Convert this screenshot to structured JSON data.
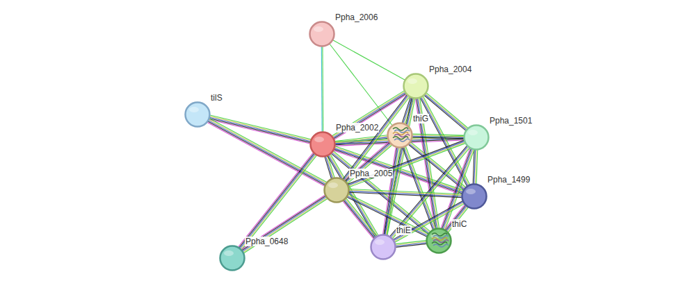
{
  "diagram": {
    "nodes": [
      {
        "text": [
          "Ppha_2006"
        ]
      },
      {
        "text": [
          "Ppha_2004"
        ]
      },
      {
        "text": [
          "tilS"
        ]
      },
      {
        "text": [
          "thiG"
        ]
      },
      {
        "text": [
          "Ppha_1501"
        ]
      },
      {
        "text": [
          "Ppha_2002"
        ]
      },
      {
        "text": [
          "Ppha_2005"
        ]
      },
      {
        "text": [
          "Ppha_1499"
        ]
      },
      {
        "text": [
          "thiC"
        ]
      },
      {
        "text": [
          "thiE"
        ]
      },
      {
        "text": [
          "Ppha_0648"
        ]
      }
    ],
    "edges": [
      {
        "from": 0,
        "to": 1,
        "arrow": "none"
      },
      {
        "from": 0,
        "to": 5,
        "arrow": "none"
      },
      {
        "from": 0,
        "to": 3,
        "arrow": "none"
      },
      {
        "from": 2,
        "to": 5,
        "arrow": "none"
      },
      {
        "from": 2,
        "to": 6,
        "arrow": "none"
      },
      {
        "from": 5,
        "to": 10,
        "arrow": "none"
      },
      {
        "from": 6,
        "to": 10,
        "arrow": "none"
      },
      {
        "from": 5,
        "to": 3,
        "arrow": "none"
      },
      {
        "from": 5,
        "to": 1,
        "arrow": "none"
      },
      {
        "from": 5,
        "to": 4,
        "arrow": "none"
      },
      {
        "from": 5,
        "to": 6,
        "arrow": "none"
      },
      {
        "from": 5,
        "to": 9,
        "arrow": "none"
      },
      {
        "from": 5,
        "to": 8,
        "arrow": "none"
      },
      {
        "from": 5,
        "to": 7,
        "arrow": "none"
      },
      {
        "from": 1,
        "to": 3,
        "arrow": "none"
      },
      {
        "from": 1,
        "to": 4,
        "arrow": "none"
      },
      {
        "from": 1,
        "to": 7,
        "arrow": "none"
      },
      {
        "from": 1,
        "to": 8,
        "arrow": "none"
      },
      {
        "from": 1,
        "to": 9,
        "arrow": "none"
      },
      {
        "from": 1,
        "to": 6,
        "arrow": "none"
      },
      {
        "from": 3,
        "to": 4,
        "arrow": "none"
      },
      {
        "from": 3,
        "to": 6,
        "arrow": "none"
      },
      {
        "from": 3,
        "to": 7,
        "arrow": "none"
      },
      {
        "from": 3,
        "to": 8,
        "arrow": "none"
      },
      {
        "from": 3,
        "to": 9,
        "arrow": "none"
      },
      {
        "from": 4,
        "to": 6,
        "arrow": "none"
      },
      {
        "from": 4,
        "to": 7,
        "arrow": "none"
      },
      {
        "from": 4,
        "to": 8,
        "arrow": "none"
      },
      {
        "from": 4,
        "to": 9,
        "arrow": "none"
      },
      {
        "from": 6,
        "to": 7,
        "arrow": "none"
      },
      {
        "from": 6,
        "to": 8,
        "arrow": "none"
      },
      {
        "from": 6,
        "to": 9,
        "arrow": "none"
      },
      {
        "from": 7,
        "to": 8,
        "arrow": "none"
      },
      {
        "from": 7,
        "to": 9,
        "arrow": "none"
      },
      {
        "from": 9,
        "to": 8,
        "arrow": "none"
      }
    ]
  }
}
